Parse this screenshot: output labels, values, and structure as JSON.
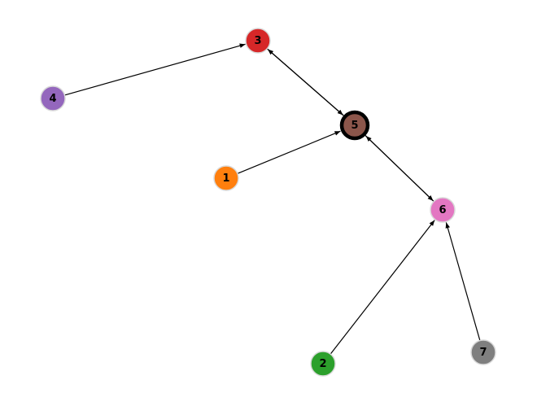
{
  "graph": {
    "directed": true,
    "highlighted_node": "5",
    "nodes": [
      {
        "id": "1",
        "label": "1",
        "color": "#ff7f0e"
      },
      {
        "id": "2",
        "label": "2",
        "color": "#2ca02c"
      },
      {
        "id": "3",
        "label": "3",
        "color": "#d62728"
      },
      {
        "id": "4",
        "label": "4",
        "color": "#9467bd"
      },
      {
        "id": "5",
        "label": "5",
        "color": "#8c564b"
      },
      {
        "id": "6",
        "label": "6",
        "color": "#e377c2"
      },
      {
        "id": "7",
        "label": "7",
        "color": "#7f7f7f"
      }
    ],
    "edges": [
      {
        "from": "4",
        "to": "3"
      },
      {
        "from": "3",
        "to": "5"
      },
      {
        "from": "5",
        "to": "3"
      },
      {
        "from": "1",
        "to": "5"
      },
      {
        "from": "5",
        "to": "6"
      },
      {
        "from": "6",
        "to": "5"
      },
      {
        "from": "2",
        "to": "6"
      },
      {
        "from": "7",
        "to": "6"
      }
    ],
    "colors": {
      "edge": "#000000",
      "node_outline": "#d9d9d9",
      "highlight_outline": "#000000"
    }
  }
}
